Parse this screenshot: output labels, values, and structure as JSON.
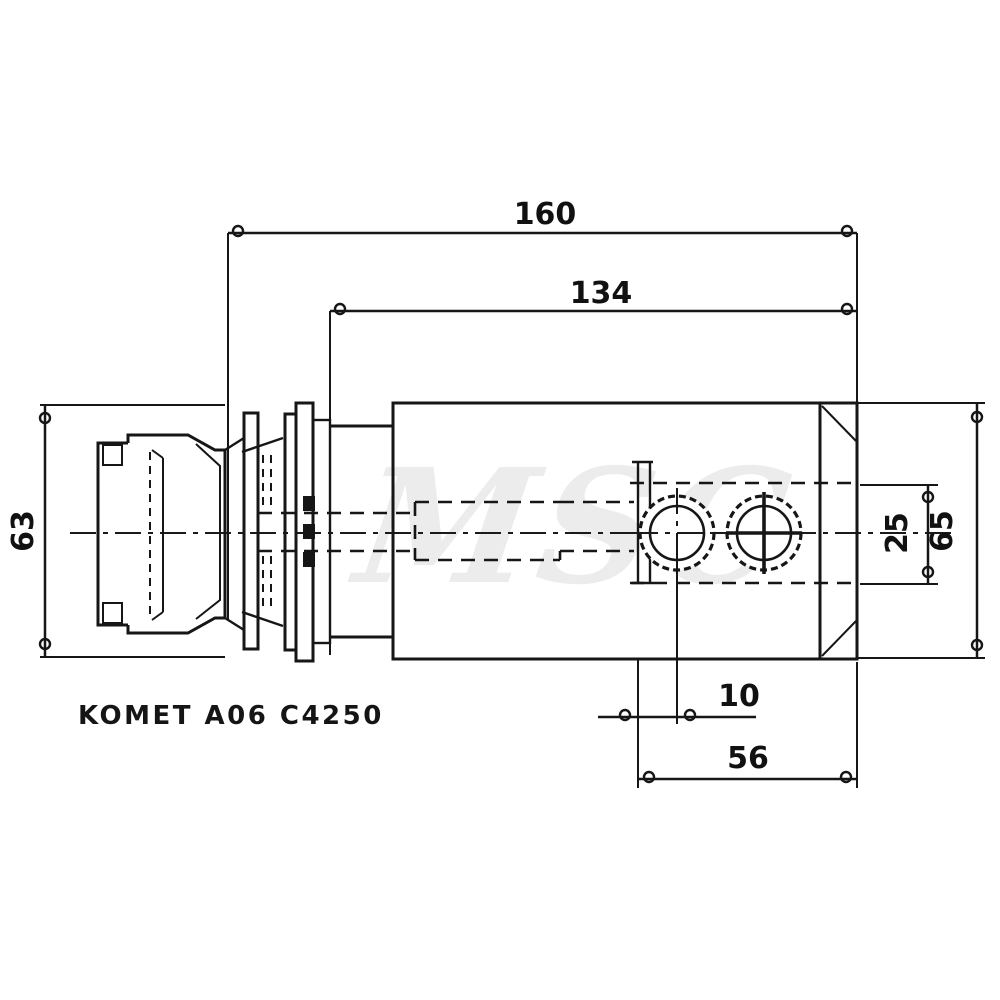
{
  "drawing": {
    "watermark": "MSC",
    "part_label": "KOMET A06 C4250",
    "dimensions": {
      "overall_length": "160",
      "body_length": "134",
      "flange_height": "63",
      "body_height": "65",
      "port_band_height": "25",
      "hole_center_offset": "10",
      "hole_section_length": "56"
    },
    "colors": {
      "line": "#161616",
      "background": "#ffffff",
      "watermark": "#e3e3e3"
    }
  }
}
